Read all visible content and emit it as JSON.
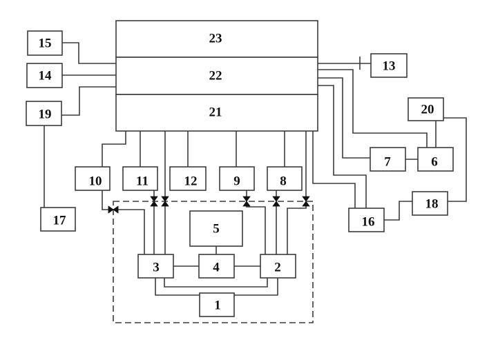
{
  "diagram": {
    "type": "block-diagram",
    "blocks": {
      "b1": "1",
      "b2": "2",
      "b3": "3",
      "b4": "4",
      "b5": "5",
      "b6": "6",
      "b7": "7",
      "b8": "8",
      "b9": "9",
      "b10": "10",
      "b11": "11",
      "b12": "12",
      "b13": "13",
      "b14": "14",
      "b15": "15",
      "b16": "16",
      "b17": "17",
      "b18": "18",
      "b19": "19",
      "b20": "20",
      "b21": "21",
      "b22": "22",
      "b23": "23"
    },
    "connections": [
      [
        "15",
        "22"
      ],
      [
        "14",
        "22"
      ],
      [
        "19",
        "22"
      ],
      [
        "19",
        "17"
      ],
      [
        "22",
        "13"
      ],
      [
        "22",
        "6"
      ],
      [
        "22",
        "7"
      ],
      [
        "22",
        "16"
      ],
      [
        "7",
        "6"
      ],
      [
        "20",
        "6"
      ],
      [
        "20",
        "18"
      ],
      [
        "18",
        "16"
      ],
      [
        "21",
        "10"
      ],
      [
        "21",
        "11"
      ],
      [
        "21",
        "12"
      ],
      [
        "21",
        "9"
      ],
      [
        "21",
        "8"
      ],
      [
        "21",
        "16"
      ],
      [
        "10",
        "3"
      ],
      [
        "11",
        "3"
      ],
      [
        "21",
        "3"
      ],
      [
        "9",
        "2"
      ],
      [
        "8",
        "2"
      ],
      [
        "21",
        "2"
      ],
      [
        "3",
        "4"
      ],
      [
        "4",
        "2"
      ],
      [
        "4",
        "5"
      ],
      [
        "3",
        "1"
      ],
      [
        "2",
        "1"
      ],
      [
        "3",
        "2"
      ]
    ],
    "valves_count": 6,
    "enclosure": "dashed boundary around blocks 1-5"
  }
}
